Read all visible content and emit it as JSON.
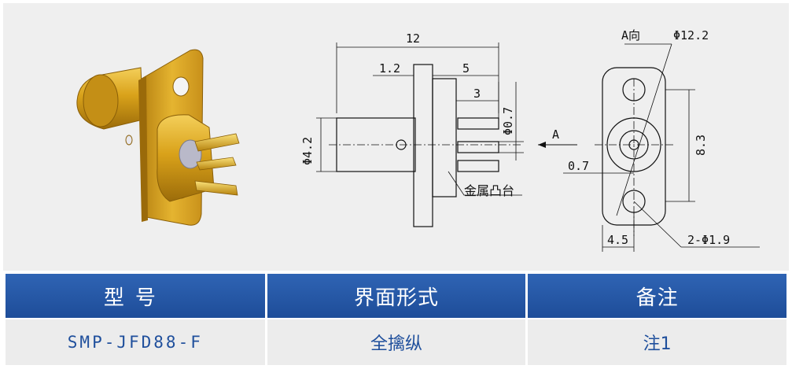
{
  "drawing": {
    "dims": {
      "length": "12",
      "flange_offset": "1.2",
      "pin_length": "5",
      "pin_spacing": "3",
      "pin_diameter": "Φ0.7",
      "body_diameter": "Φ4.2",
      "view_label": "A向",
      "flange_width": "Φ12.2",
      "hole_spacing": "8.3",
      "center_offset": "0.7",
      "half_width": "4.5",
      "holes": "2-Φ1.9"
    },
    "view_arrow": "A",
    "boss_label": "金属凸台",
    "colors": {
      "gold": "#d9a21a",
      "gold_dark": "#a4740c",
      "line": "#111111"
    }
  },
  "table": {
    "headers": [
      "型号",
      "界面形式",
      "备注"
    ],
    "rows": [
      [
        "SMP-JFD88-F",
        "全擒纵",
        "注1"
      ]
    ]
  }
}
